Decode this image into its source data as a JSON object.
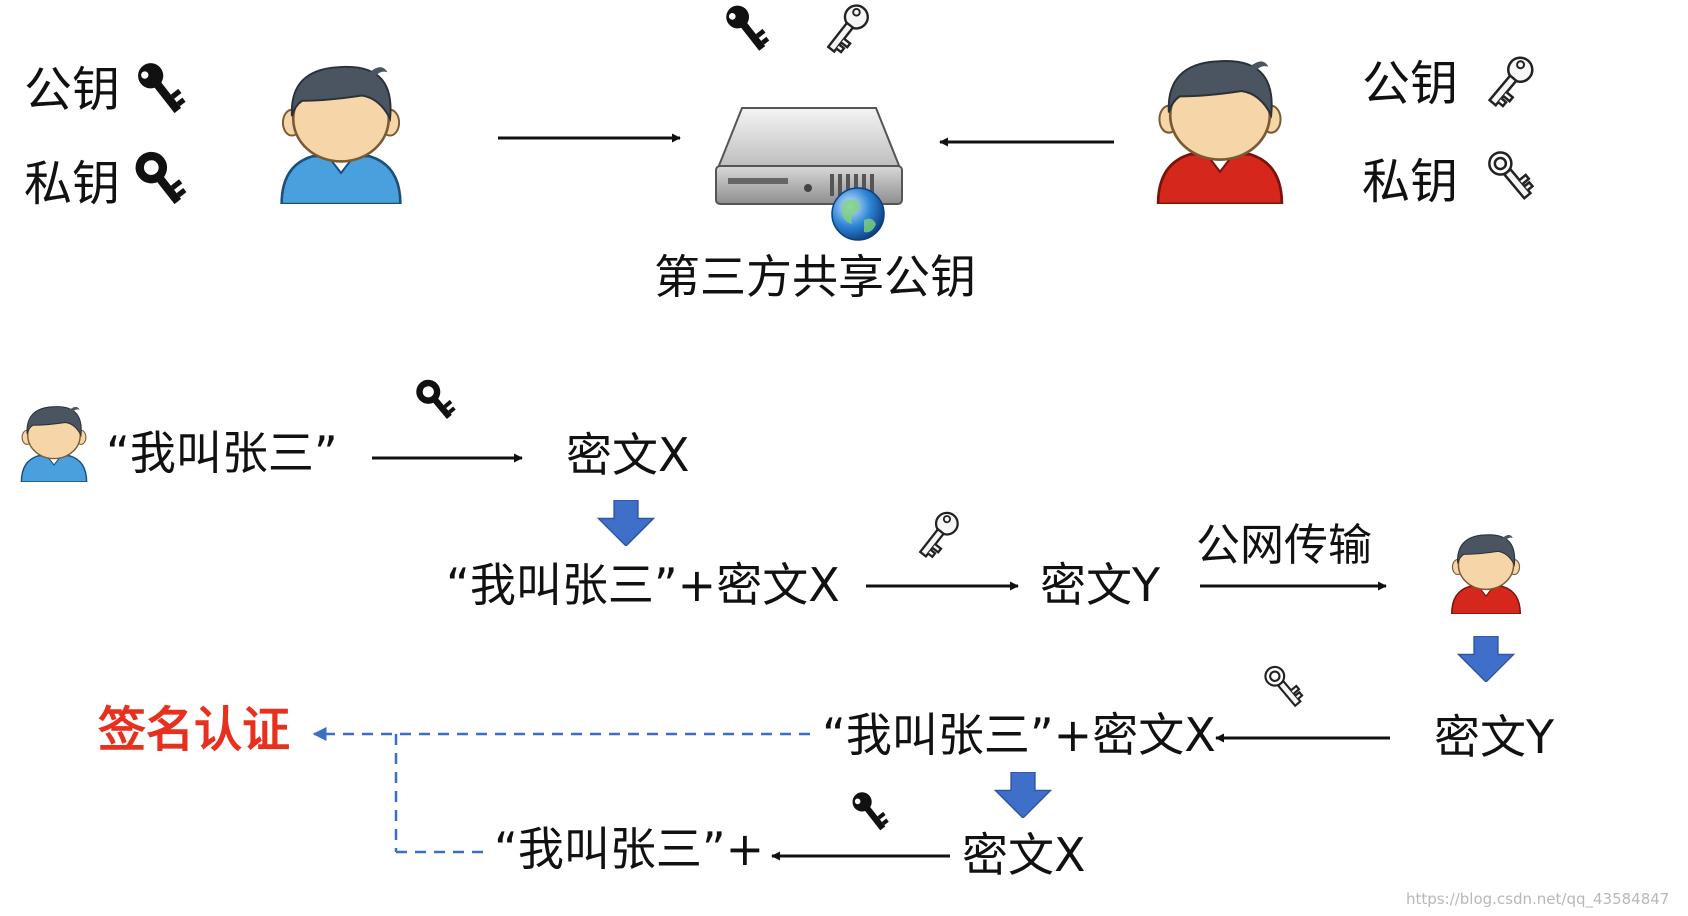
{
  "colors": {
    "arrow": "#111111",
    "dashed": "#3a6fc6",
    "down_arrow": "#3f6fc9",
    "highlight": "#e8301f",
    "user_a_shirt": "#4aa0dd",
    "user_b_shirt": "#d6271c",
    "skin": "#f6d6a9",
    "hair": "#4a5561",
    "watermark": "#b8b8b8"
  },
  "user_a": {
    "public_key": "公钥",
    "private_key": "私钥"
  },
  "user_b": {
    "public_key": "公钥",
    "private_key": "私钥"
  },
  "server": {
    "label": "第三方共享公钥"
  },
  "flow": {
    "plaintext": "“我叫张三”",
    "ciphertext_x": "密文X",
    "plaintext_plus_x": "“我叫张三”+密文X",
    "ciphertext_y": "密文Y",
    "public_network": "公网传输",
    "recv_ciphertext_y": "密文Y",
    "decrypted_plus_x": "“我叫张三”+密文X",
    "signature_auth": "签名认证",
    "final_plaintext": "“我叫张三”+",
    "final_ciphertext_x": "密文X"
  },
  "watermark": "https://blog.csdn.net/qq_43584847"
}
